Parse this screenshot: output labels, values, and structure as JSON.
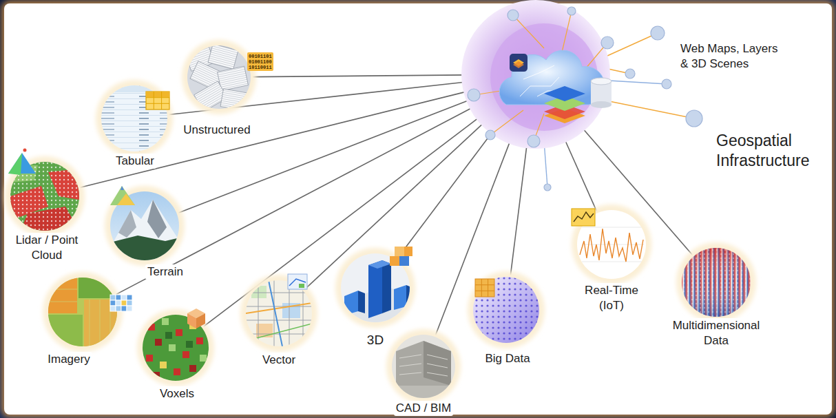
{
  "diagram": {
    "nodes": [
      {
        "text": [
          "Geospatial Infrastructure"
        ]
      },
      {
        "text": [
          "Unstructured"
        ]
      },
      {
        "text": [
          "Tabular"
        ]
      },
      {
        "text": [
          "Lidar / Point Cloud"
        ]
      },
      {
        "text": [
          "Terrain"
        ]
      },
      {
        "text": [
          "Imagery"
        ]
      },
      {
        "text": [
          "Voxels"
        ]
      },
      {
        "text": [
          "Vector"
        ]
      },
      {
        "text": [
          "3D"
        ]
      },
      {
        "text": [
          "CAD / BIM"
        ]
      },
      {
        "text": [
          "Big Data"
        ]
      },
      {
        "text": [
          "Real-Time (IoT)"
        ]
      },
      {
        "text": [
          "Multidimensional Data"
        ]
      }
    ],
    "edges": [
      {
        "from": 1,
        "to": 0,
        "arrow": "none"
      },
      {
        "from": 2,
        "to": 0,
        "arrow": "none"
      },
      {
        "from": 3,
        "to": 0,
        "arrow": "none"
      },
      {
        "from": 4,
        "to": 0,
        "arrow": "none"
      },
      {
        "from": 5,
        "to": 0,
        "arrow": "none"
      },
      {
        "from": 6,
        "to": 0,
        "arrow": "none"
      },
      {
        "from": 7,
        "to": 0,
        "arrow": "none"
      },
      {
        "from": 8,
        "to": 0,
        "arrow": "none"
      },
      {
        "from": 9,
        "to": 0,
        "arrow": "none"
      },
      {
        "from": 10,
        "to": 0,
        "arrow": "none"
      },
      {
        "from": 11,
        "to": 0,
        "arrow": "none"
      },
      {
        "from": 12,
        "to": 0,
        "arrow": "none"
      }
    ],
    "labels": [
      "Web Maps, Layers & 3D Scenes",
      "00101101",
      "01001100",
      "10110011"
    ]
  }
}
